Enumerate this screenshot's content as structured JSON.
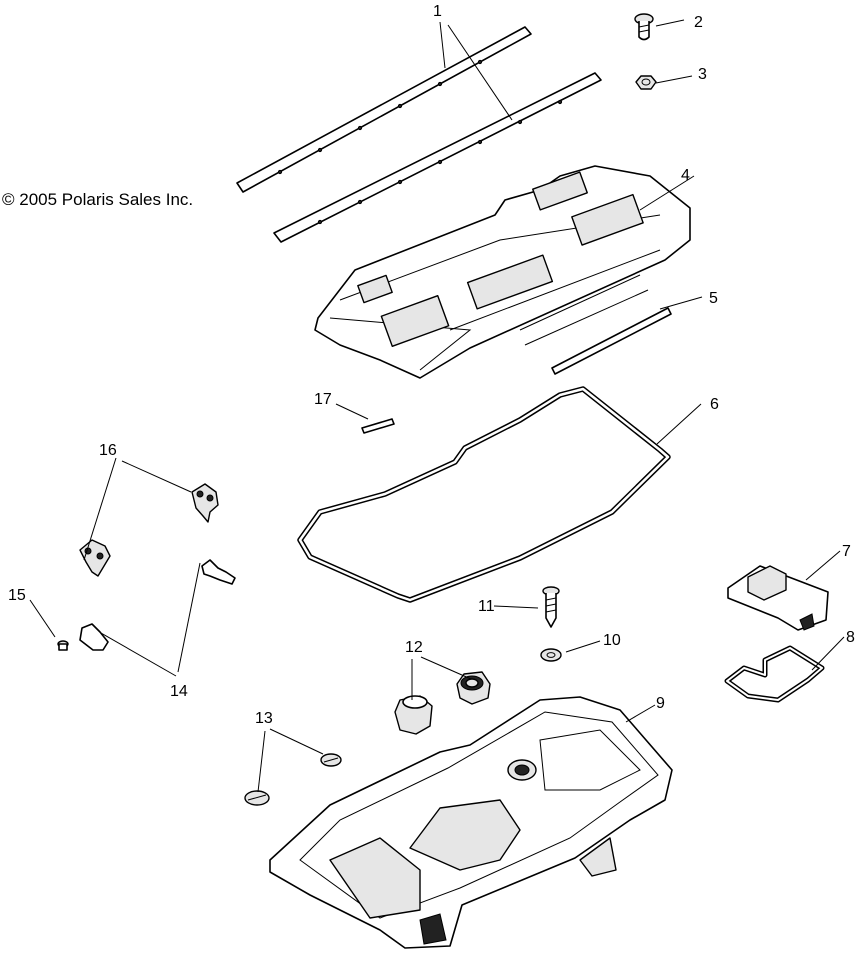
{
  "copyright": "© 2005 Polaris Sales Inc.",
  "callouts": [
    "1",
    "2",
    "3",
    "4",
    "5",
    "6",
    "7",
    "8",
    "9",
    "10",
    "11",
    "12",
    "13",
    "14",
    "15",
    "16",
    "17"
  ]
}
